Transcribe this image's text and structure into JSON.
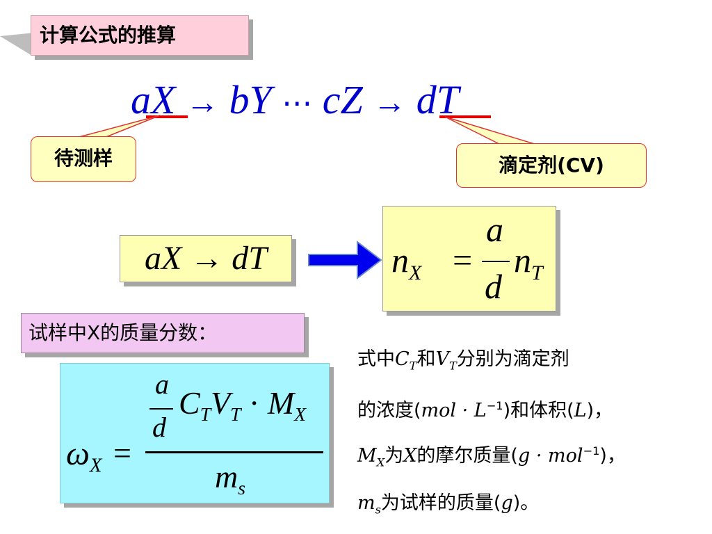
{
  "title": "计算公式的推算",
  "reaction": {
    "left": "aX",
    "arrow1": "→",
    "mid1": "bY",
    "dots": "⋯",
    "mid2": "cZ",
    "arrow2": "→",
    "right": "dT"
  },
  "callouts": {
    "sample": "待测样",
    "titrant": "滴定剂(CV)"
  },
  "relation": {
    "formula": "aX → dT",
    "n_x": "n",
    "n_x_sub": "X",
    "eq": "=",
    "frac_num": "a",
    "frac_den": "d",
    "n_t": "n",
    "n_t_sub": "T"
  },
  "mass_fraction_label": "试样中X的质量分数：",
  "mass_formula": {
    "omega": "ω",
    "omega_sub": "X",
    "eq": "=",
    "a": "a",
    "d": "d",
    "C": "C",
    "C_sub": "T",
    "V": "V",
    "V_sub": "T",
    "dot": "·",
    "M": "M",
    "M_sub": "X",
    "m": "m",
    "m_sub": "s"
  },
  "description": {
    "line1": {
      "a": "式中",
      "C": "C",
      "Csub": "T",
      "b": "和",
      "V": "V",
      "Vsub": "T",
      "c": "分别为滴定剂"
    },
    "line2": {
      "a": "的浓度(",
      "unit": "mol · L",
      "sup": "−1",
      "b": ")和体积(",
      "L": "L",
      "c": ")，"
    },
    "line3": {
      "M": "M",
      "Msub": "X",
      "a": "为",
      "X": "X",
      "b": "的摩尔质量(",
      "unit": "g · mol",
      "sup": "−1",
      "c": ")，"
    },
    "line4": {
      "m": "m",
      "msub": "s",
      "a": "为试样的质量(",
      "g": "g",
      "b": ")。"
    }
  },
  "colors": {
    "title_bg": "#ffd0dc",
    "callout_bg": "#ffffc0",
    "callout_border": "#e03030",
    "yellow_box": "#ffffb3",
    "cyan_box": "#a6f6ff",
    "pink_box": "#f2c8f2",
    "reaction_blue": "#0000cc",
    "arrow_blue": "#0000ee",
    "underline_red": "#e00000"
  }
}
